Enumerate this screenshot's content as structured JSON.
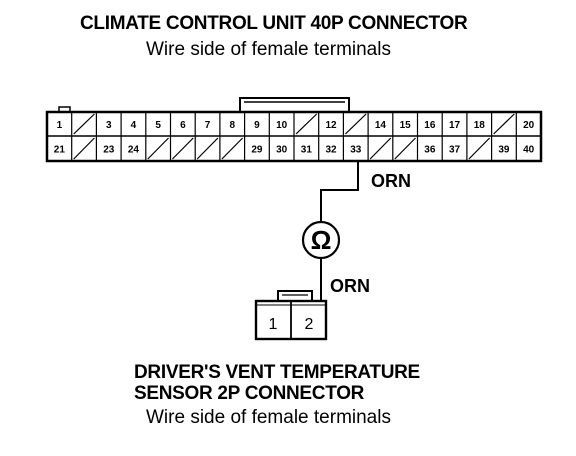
{
  "top_connector": {
    "title": "CLIMATE CONTROL UNIT 40P CONNECTOR",
    "subtitle": "Wire side of female terminals",
    "rows": [
      [
        "1",
        "",
        "3",
        "4",
        "5",
        "6",
        "7",
        "8",
        "9",
        "10",
        "",
        "12",
        "",
        "14",
        "15",
        "16",
        "17",
        "18",
        "",
        "20"
      ],
      [
        "21",
        "",
        "23",
        "24",
        "",
        "",
        "",
        "",
        "29",
        "30",
        "31",
        "32",
        "33",
        "",
        "",
        "36",
        "37",
        "",
        "39",
        "40"
      ]
    ]
  },
  "wires": {
    "upper_color": "ORN",
    "lower_color": "ORN"
  },
  "meter_symbol": "Ω",
  "bottom_connector": {
    "title_line1": "DRIVER'S VENT TEMPERATURE",
    "title_line2": "SENSOR 2P CONNECTOR",
    "subtitle": "Wire side of female terminals",
    "terminals": [
      "1",
      "2"
    ]
  }
}
